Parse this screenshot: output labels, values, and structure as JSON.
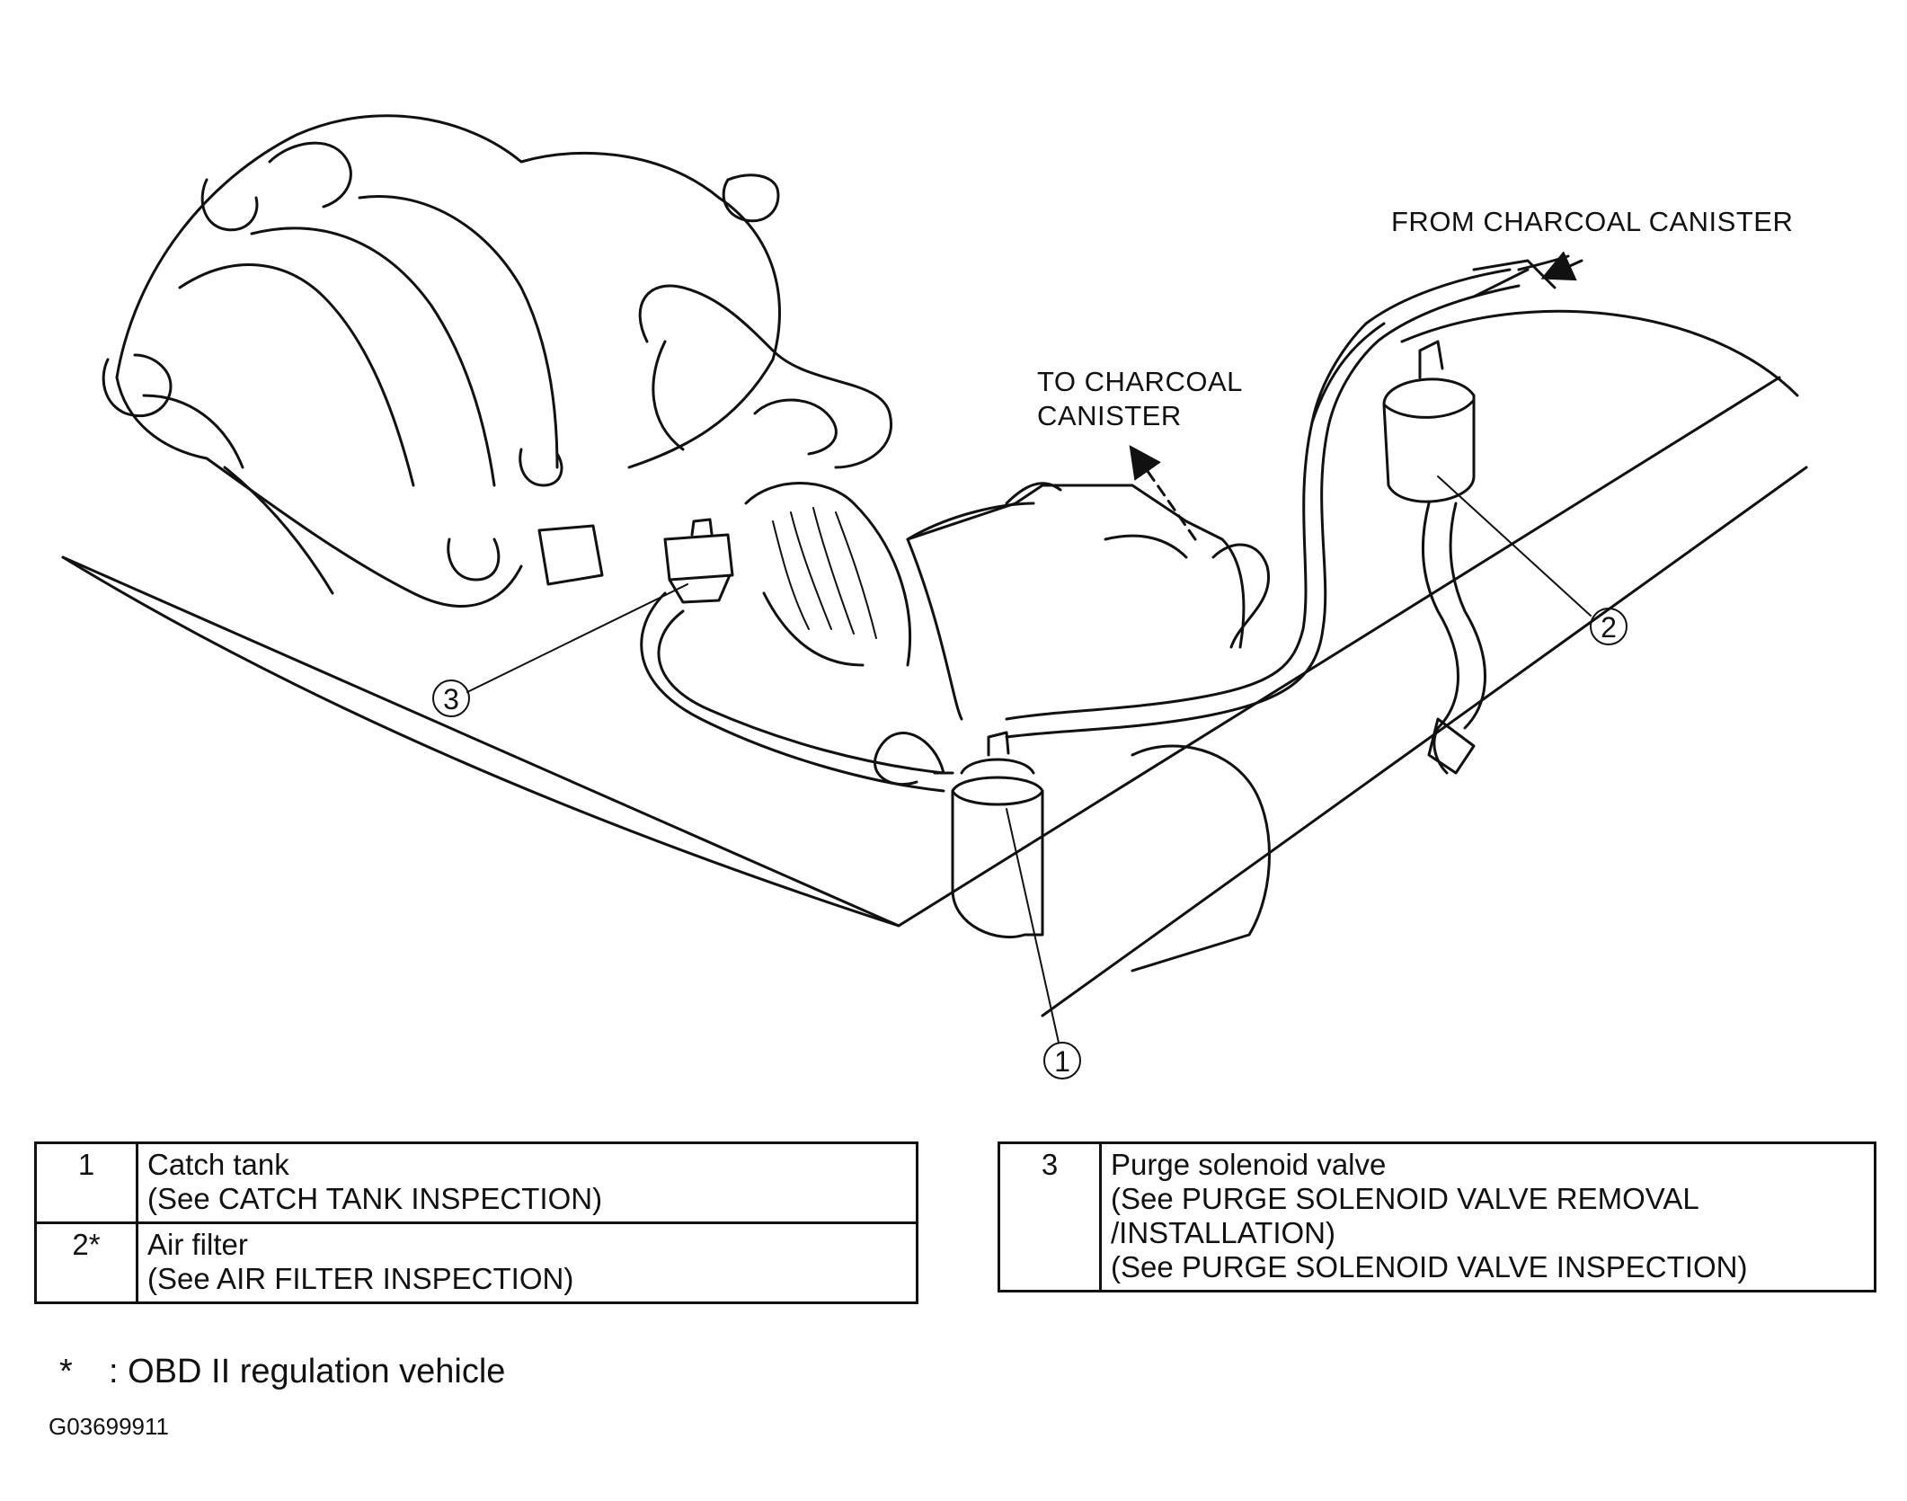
{
  "labels": {
    "from_canister": "FROM CHARCOAL CANISTER",
    "to_canister_line1": "TO CHARCOAL",
    "to_canister_line2": "CANISTER"
  },
  "callouts": [
    "1",
    "2",
    "3"
  ],
  "legend_left": [
    {
      "num": "1",
      "name": "Catch tank",
      "ref": "(See CATCH TANK INSPECTION)"
    },
    {
      "num": "2*",
      "name": "Air filter",
      "ref": "(See AIR FILTER INSPECTION)"
    }
  ],
  "legend_right": {
    "num": "3",
    "name": "Purge solenoid valve",
    "ref1": "(See PURGE SOLENOID VALVE REMOVAL",
    "ref2": "/INSTALLATION)",
    "ref3": "(See PURGE SOLENOID VALVE INSPECTION)"
  },
  "footnote": {
    "mark": "*",
    "text": ": OBD II regulation vehicle"
  },
  "figure_id": "G03699911"
}
